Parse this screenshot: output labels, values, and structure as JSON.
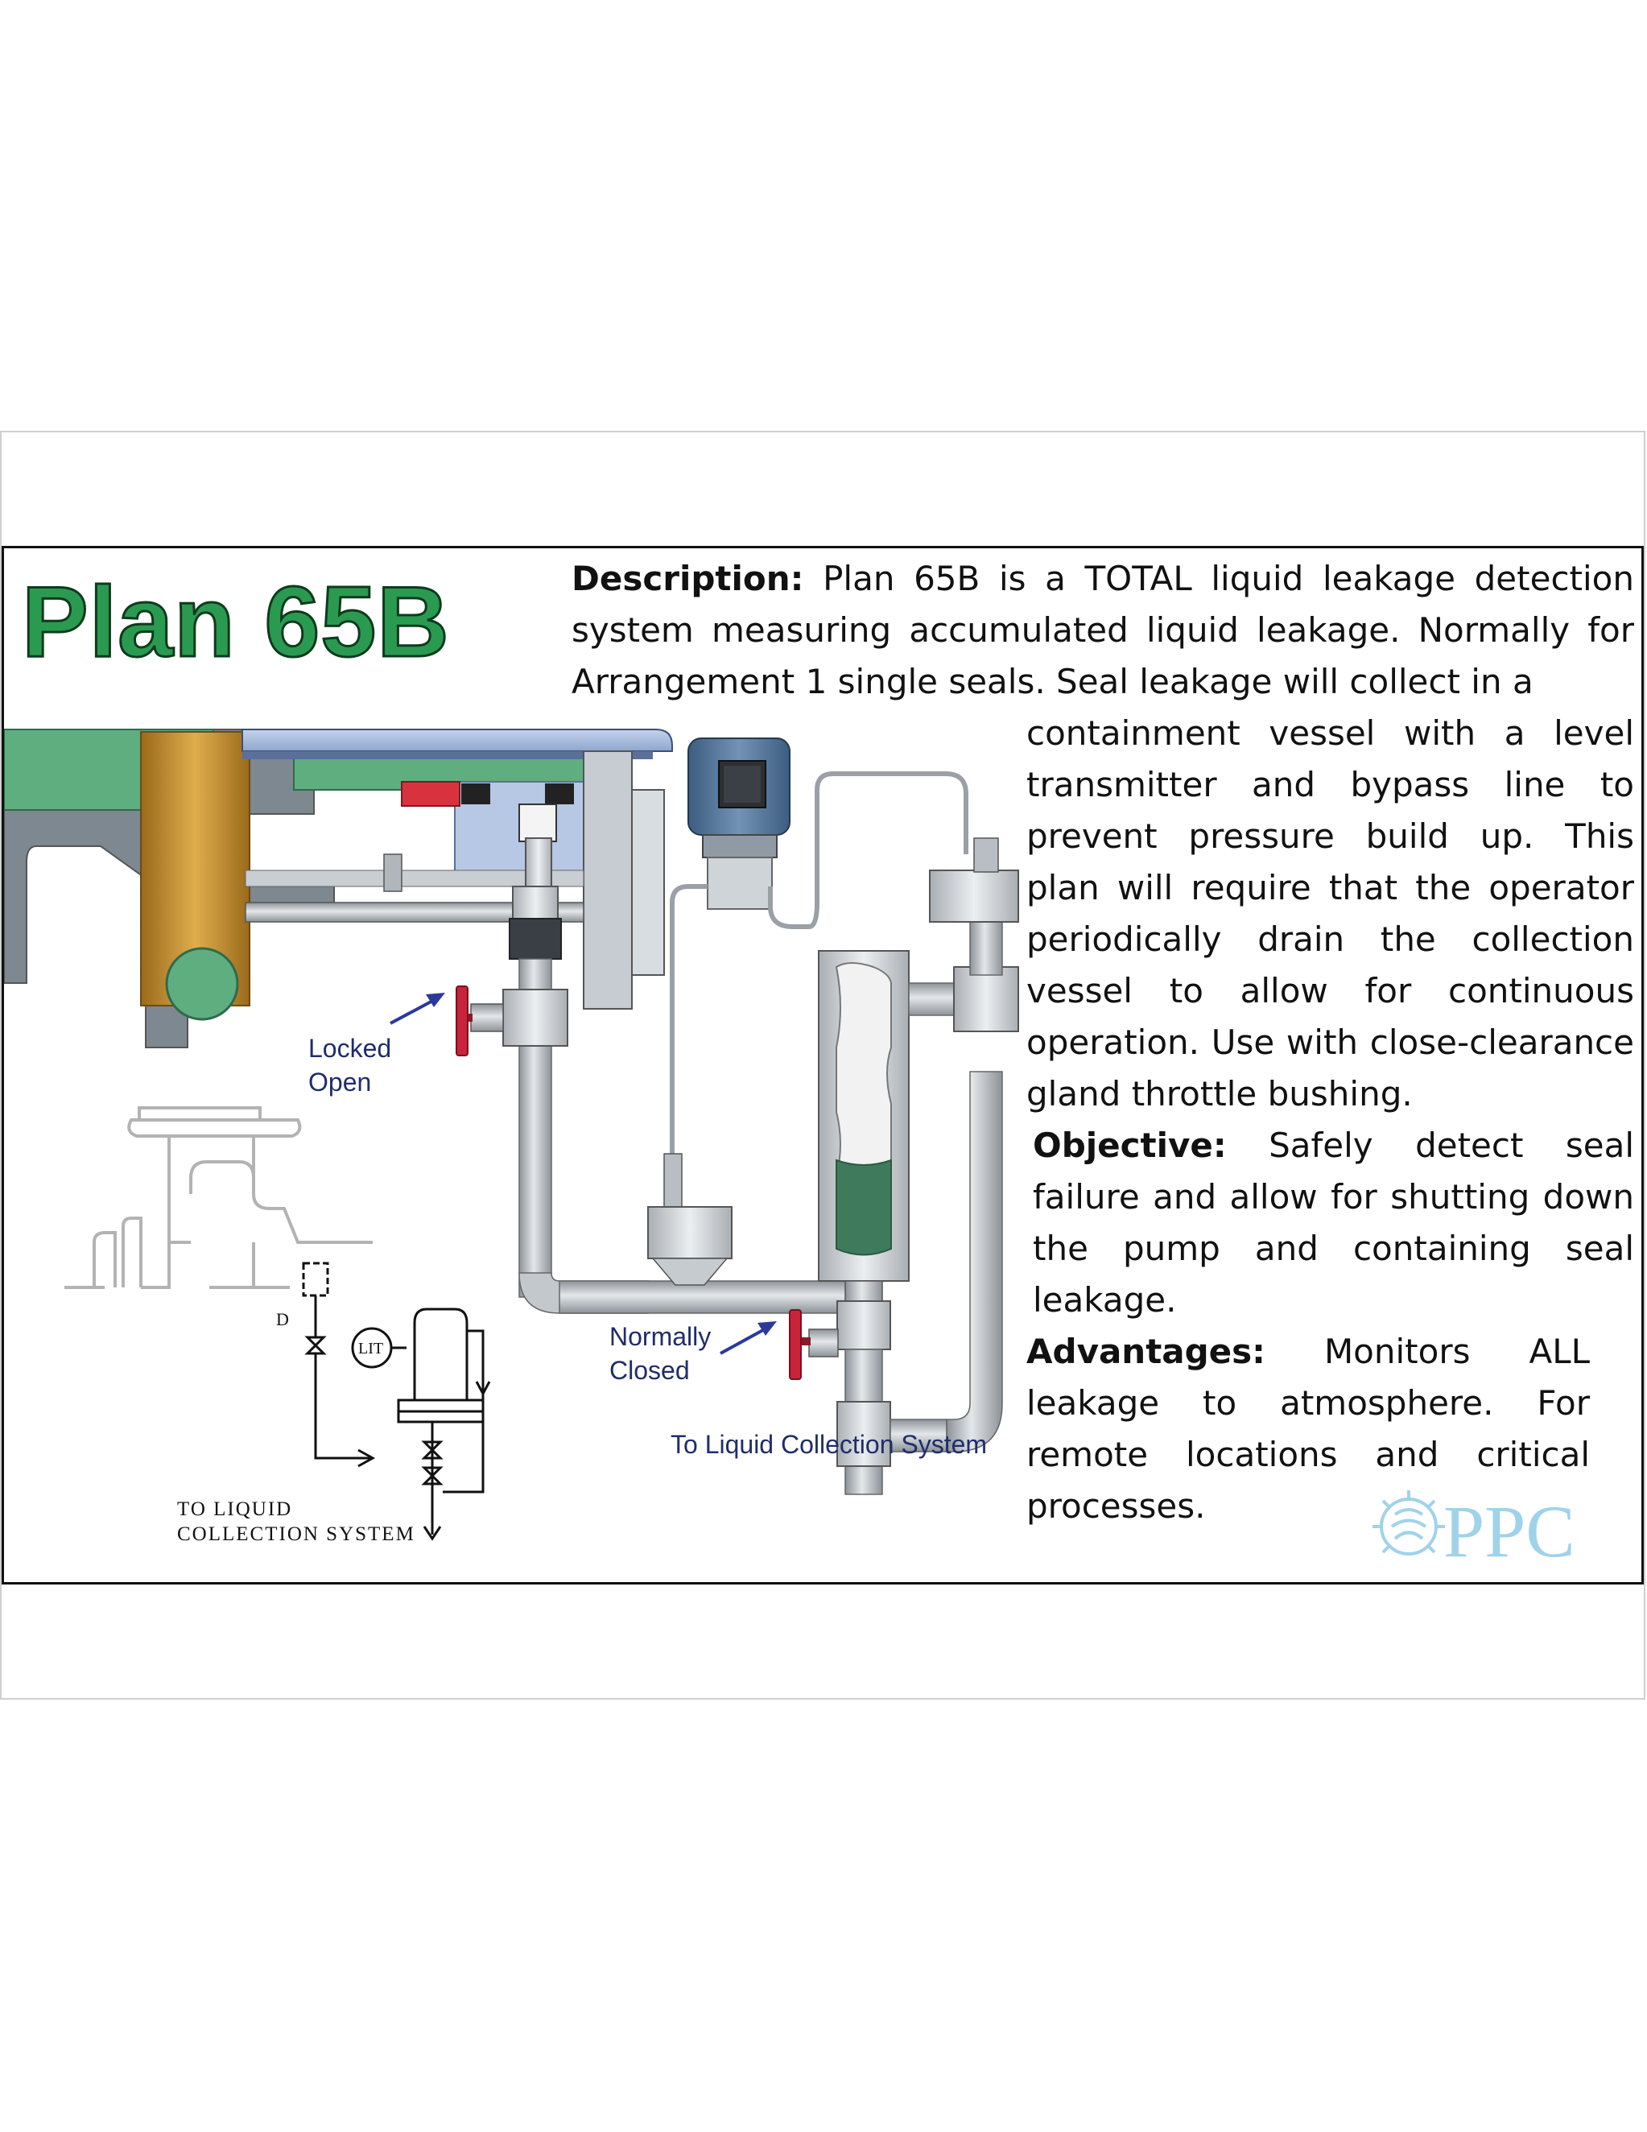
{
  "title": "Plan 65B",
  "description": {
    "label": "Description:",
    "text_top": "Plan 65B is a TOTAL liquid leakage detection system measuring accumulated liquid leakage. Normally for Arrangement 1 single seals. Seal leakage will collect in a",
    "text_rest": "containment vessel with a level transmitter and bypass line to prevent pressure build up. This plan will require that the operator periodically drain the collection vessel to allow for continuous operation. Use with close-clearance gland throttle bushing."
  },
  "objective": {
    "label": "Objective:",
    "text": "Safely detect seal failure and allow for shutting down the pump and containing seal leakage."
  },
  "advantages": {
    "label": "Advantages:",
    "text": "Monitors ALL leakage to atmosphere. For remote locations and critical processes."
  },
  "callouts": {
    "locked_1": "Locked",
    "locked_2": "Open",
    "closed_1": "Normally",
    "closed_2": "Closed",
    "destination": "To Liquid Collection System"
  },
  "schematic": {
    "lit": "LIT",
    "d": "D",
    "line1": "TO LIQUID",
    "line2": "COLLECTION SYSTEM"
  },
  "logo": {
    "text": "PPC"
  },
  "colors": {
    "title_green": "#2a9a50",
    "callout_blue": "#1f2d6b",
    "valve_red": "#c8233a",
    "logo_blue": "#9fd3ea",
    "liquid_green": "#3f7a5c"
  }
}
